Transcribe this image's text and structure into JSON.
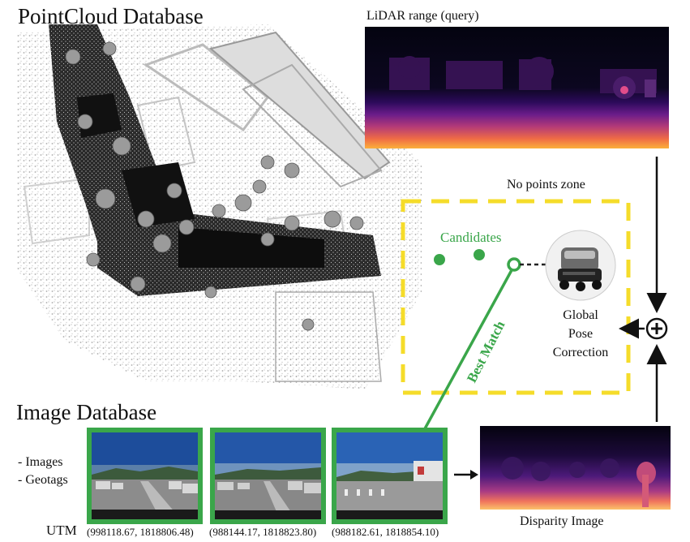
{
  "pointcloud_title": "PointCloud Database",
  "lidar_title": "LiDAR range (query)",
  "no_points_label": "No points zone",
  "candidates_label": "Candidates",
  "best_match_label": "Best Match",
  "gpc_lines": [
    "Global",
    "Pose",
    "Correction"
  ],
  "image_db_title": "Image Database",
  "bullets": [
    "- Images",
    "- Geotags"
  ],
  "utm_label": "UTM",
  "utm_values": [
    "(998118.67, 1818806.48)",
    "(988144.17, 1818823.80)",
    "(988182.61, 1818854.10)"
  ],
  "disparity_label": "Disparity Image",
  "colors": {
    "accent_green": "#3aa64a",
    "zone_yellow": "#f5dc2a"
  },
  "icons": [
    "plus-circle-icon",
    "robot-icon"
  ]
}
